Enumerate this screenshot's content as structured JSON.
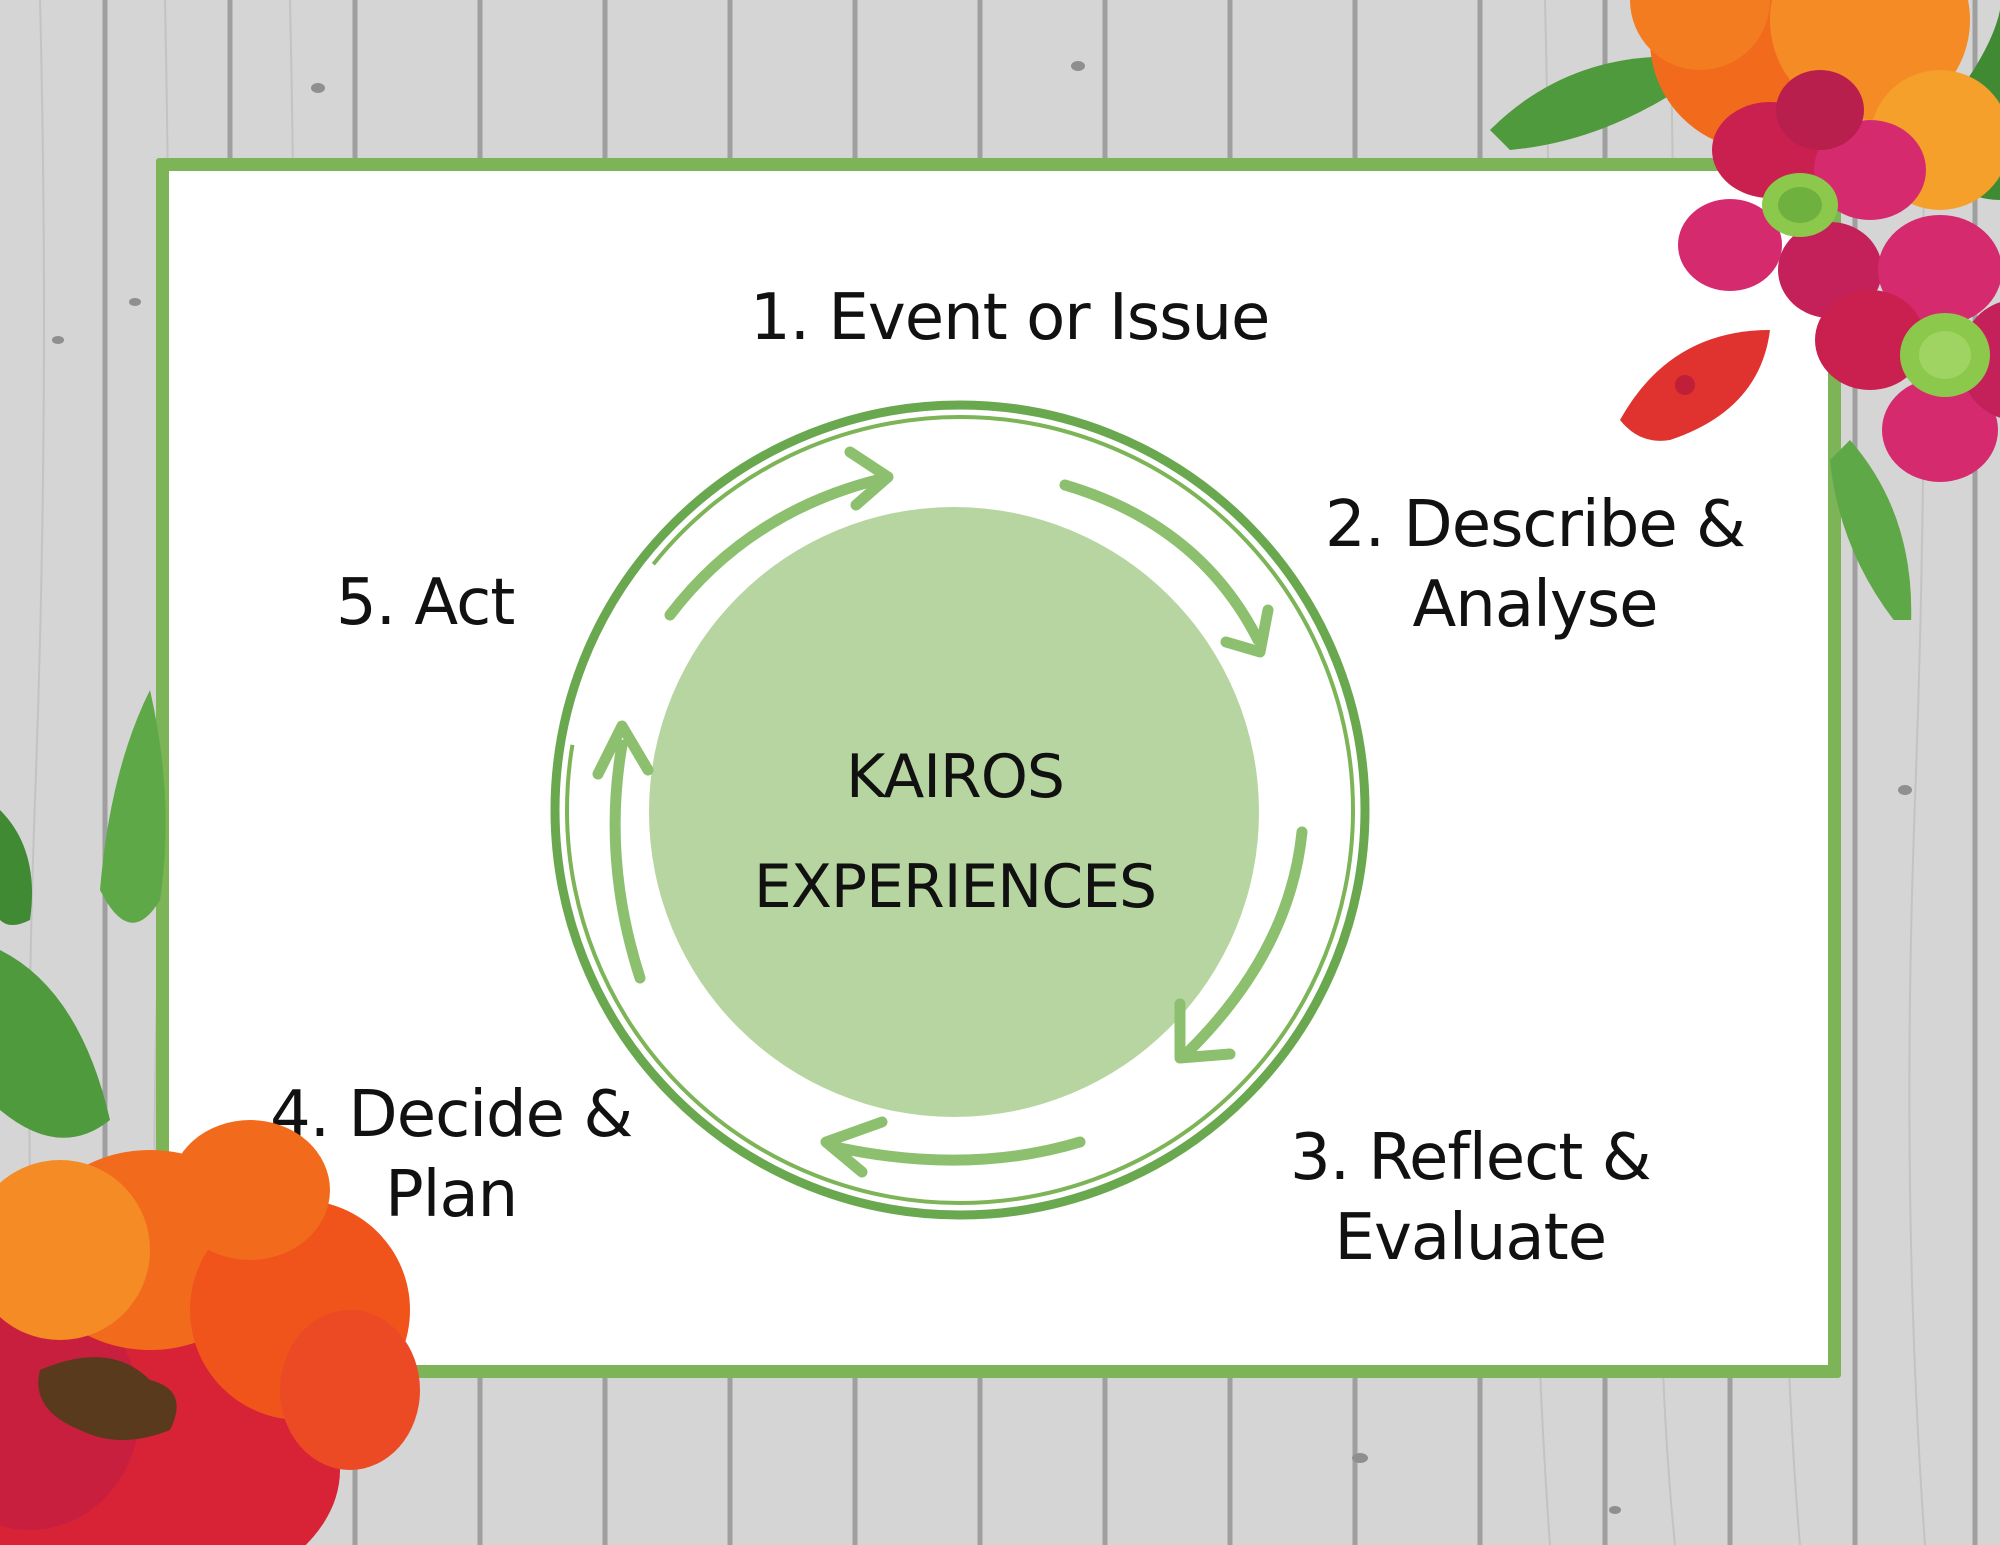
{
  "diagram": {
    "center": {
      "line1": "KAIROS",
      "line2": "EXPERIENCES"
    },
    "steps": [
      {
        "lines": [
          "1. Event or Issue"
        ]
      },
      {
        "lines": [
          "2. Describe &",
          "Analyse"
        ]
      },
      {
        "lines": [
          "3. Reflect &",
          "Evaluate"
        ]
      },
      {
        "lines": [
          "4. Decide &",
          "Plan"
        ]
      },
      {
        "lines": [
          "5. Act"
        ]
      }
    ]
  },
  "colors": {
    "frame_green": "#7cb457",
    "ring_green": "#6aa84f",
    "arrow_green": "#8cc06e",
    "center_fill": "#b7d5a0",
    "wood": "#d4d4d4",
    "flower_orange": "#f26b1d",
    "flower_magenta": "#d62a6e",
    "flower_red": "#d82336",
    "leaf_green": "#4e9a3c"
  }
}
